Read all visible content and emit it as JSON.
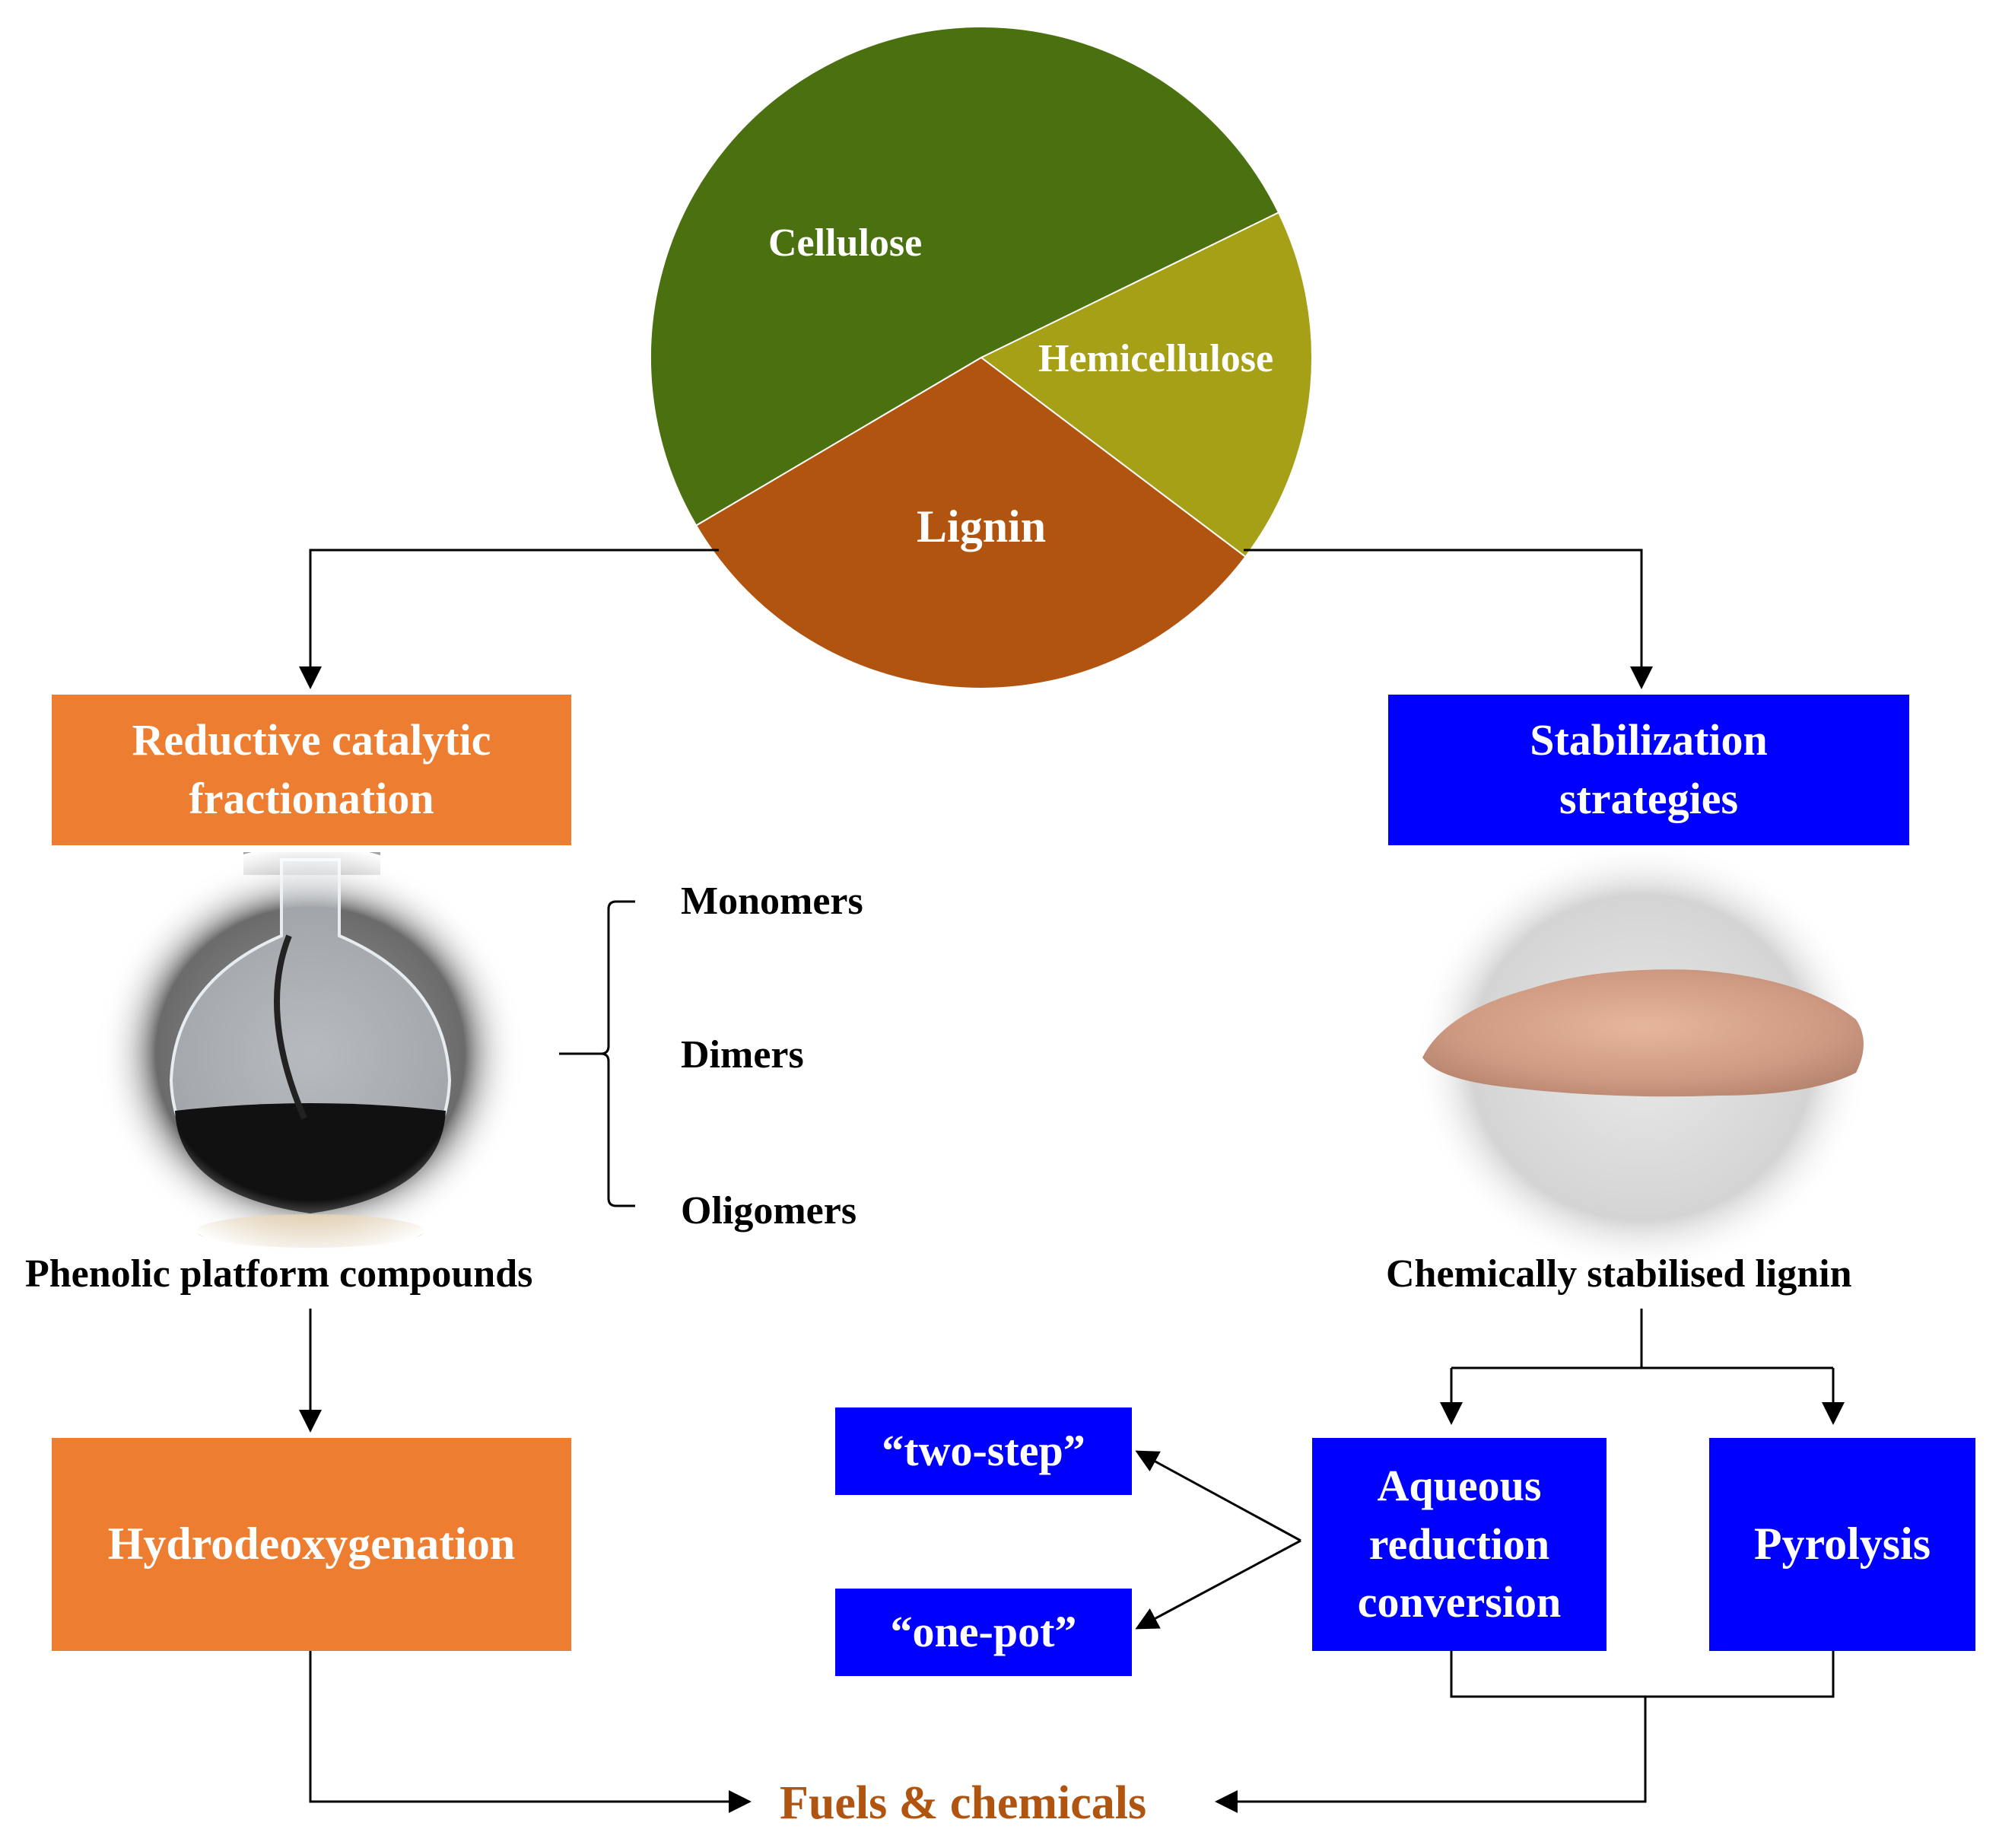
{
  "pie": {
    "slices": [
      {
        "name": "Cellulose",
        "color": "#4a7010"
      },
      {
        "name": "Hemicellulose",
        "color": "#a5a016"
      },
      {
        "name": "Lignin",
        "color": "#b0540f"
      }
    ]
  },
  "left": {
    "rcf": "Reductive catalytic fractionation",
    "photo_caption": "Phenolic platform compounds",
    "products": [
      "Monomers",
      "Dimers",
      "Oligomers"
    ],
    "hdo": "Hydrodeoxygenation"
  },
  "right": {
    "stabilization": "Stabilization strategies",
    "photo_caption": "Chemically stabilised lignin",
    "aqueous": "Aqueous reduction conversion",
    "pyrolysis": "Pyrolysis",
    "two_step": "“two-step”",
    "one_pot": "“one-pot”"
  },
  "output": "Fuels & chemicals",
  "colors": {
    "orange": "#ed7d31",
    "blue": "#0000ff",
    "output_text": "#b0540f"
  }
}
